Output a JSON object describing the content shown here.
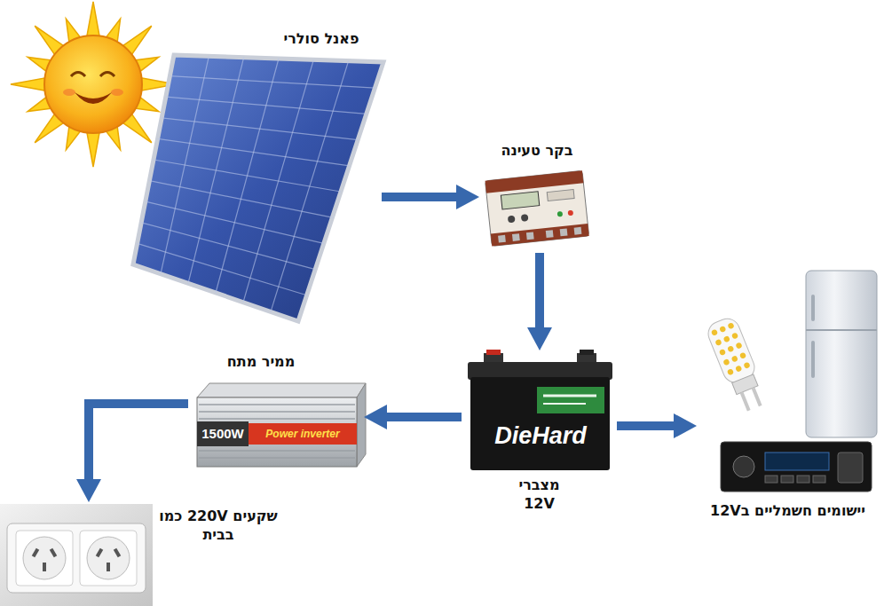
{
  "diagram": {
    "nodes": [
      {
        "text": [
          "פאנל סולרי"
        ]
      },
      {
        "text": [
          "בקר טעינה"
        ]
      },
      {
        "text": [
          "מצברי 12V"
        ]
      },
      {
        "text": [
          "ממיר מתח"
        ]
      },
      {
        "text": [
          "שקעים 220V כמו בבית"
        ]
      },
      {
        "text": [
          "יישומים חשמליים ב12V"
        ]
      }
    ],
    "edges": [
      {
        "from": 0,
        "to": 1,
        "arrow": "to"
      },
      {
        "from": 1,
        "to": 2,
        "arrow": "to"
      },
      {
        "from": 2,
        "to": 3,
        "arrow": "to"
      },
      {
        "from": 3,
        "to": 4,
        "arrow": "to"
      },
      {
        "from": 2,
        "to": 5,
        "arrow": "to"
      }
    ],
    "labels": [
      "DieHard",
      "1500W",
      "Power inverter"
    ]
  }
}
